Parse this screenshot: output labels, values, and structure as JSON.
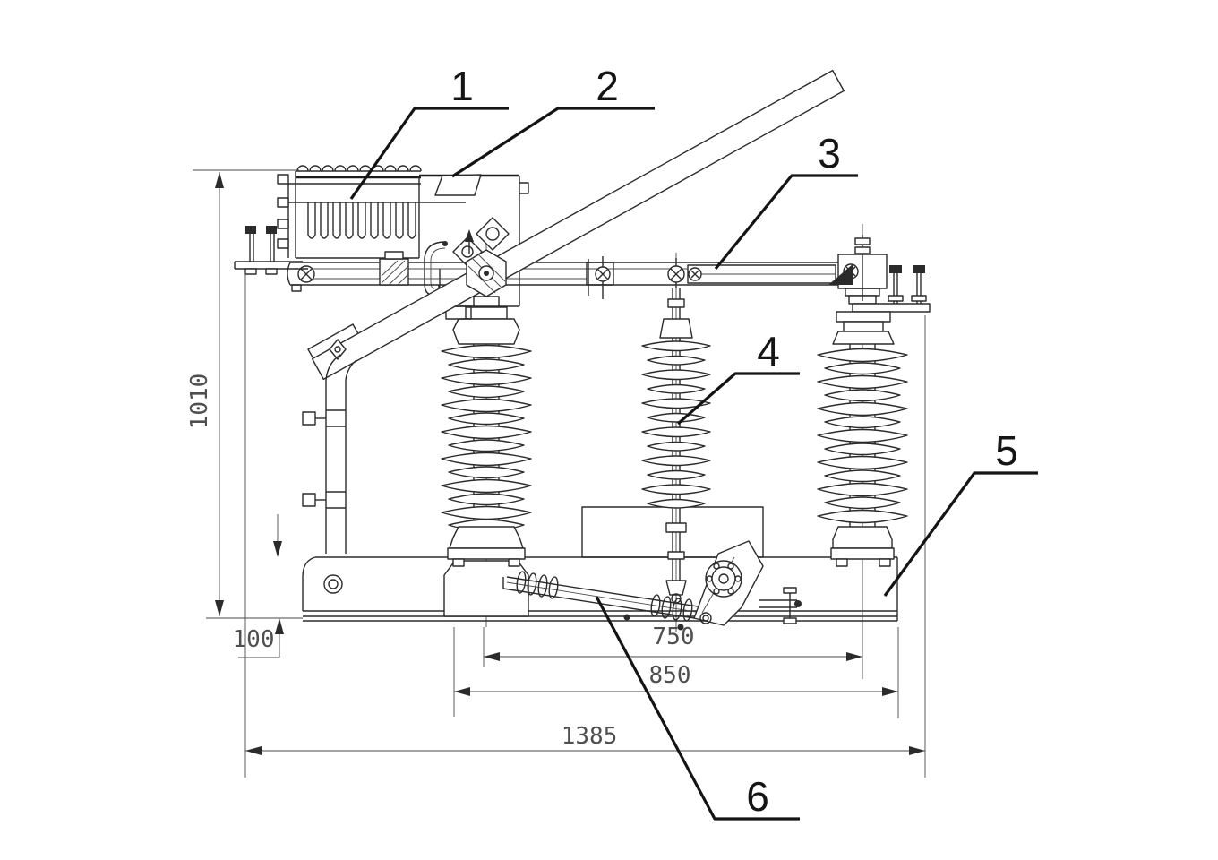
{
  "callouts": {
    "c1": "1",
    "c2": "2",
    "c3": "3",
    "c4": "4",
    "c5": "5",
    "c6": "6"
  },
  "dimensions": {
    "height": "1010",
    "base_height": "100",
    "pole_spacing": "750",
    "base_width": "850",
    "overall_width": "1385"
  },
  "colors": {
    "background": "#ffffff",
    "line": "#2b2b2b",
    "dimension_text": "#4f4f4f",
    "callout_text": "#151515"
  }
}
